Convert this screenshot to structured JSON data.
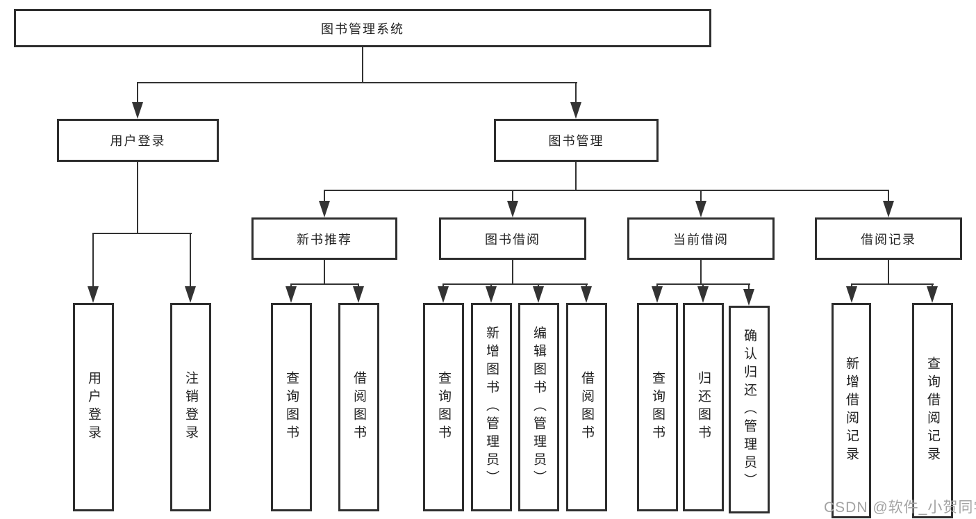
{
  "tree": {
    "root": {
      "label": "图书管理系统",
      "children": [
        {
          "label": "用户登录",
          "children": [
            {
              "label": "用户登录"
            },
            {
              "label": "注销登录"
            }
          ]
        },
        {
          "label": "图书管理",
          "children": [
            {
              "label": "新书推荐",
              "children": [
                {
                  "label": "查询图书"
                },
                {
                  "label": "借阅图书"
                }
              ]
            },
            {
              "label": "图书借阅",
              "children": [
                {
                  "label": "查询图书"
                },
                {
                  "label": "新增图书（管理员）"
                },
                {
                  "label": "编辑图书（管理员）"
                },
                {
                  "label": "借阅图书"
                }
              ]
            },
            {
              "label": "当前借阅",
              "children": [
                {
                  "label": "查询图书"
                },
                {
                  "label": "归还图书"
                },
                {
                  "label": "确认归还（管理员）"
                }
              ]
            },
            {
              "label": "借阅记录",
              "children": [
                {
                  "label": "新增借阅记录"
                },
                {
                  "label": "查询借阅记录"
                }
              ]
            }
          ]
        }
      ]
    }
  },
  "watermark": {
    "text": "CSDN @软件_小贺同学"
  },
  "colors": {
    "line": "#333333",
    "border": "#2e2e2e",
    "text": "#212121",
    "watermark": "#a3a3a3",
    "background": "#ffffff"
  }
}
